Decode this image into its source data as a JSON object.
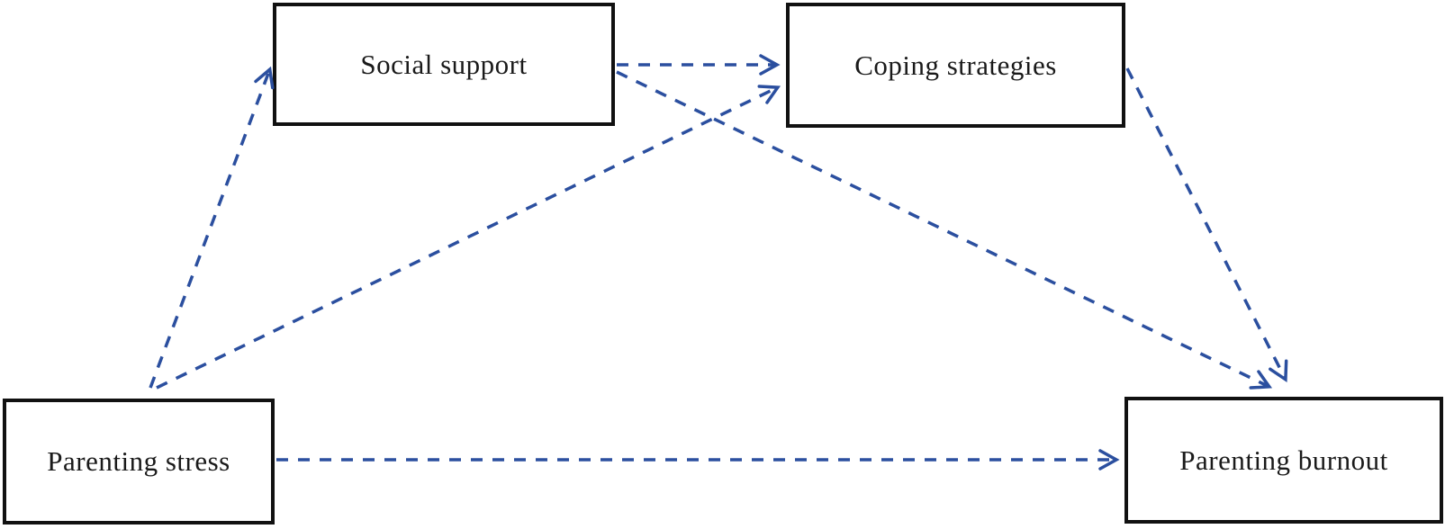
{
  "diagram": {
    "type": "path-model",
    "description": "Mediation model linking parenting stress to parenting burnout through social support and coping strategies",
    "nodes": [
      {
        "id": "social_support",
        "label": "Social support"
      },
      {
        "id": "coping_strategies",
        "label": "Coping strategies"
      },
      {
        "id": "parenting_stress",
        "label": "Parenting stress"
      },
      {
        "id": "parenting_burnout",
        "label": "Parenting burnout"
      }
    ],
    "edges": [
      {
        "from": "parenting_stress",
        "to": "social_support",
        "line": "dashed",
        "arrowhead": "open-chevron"
      },
      {
        "from": "parenting_stress",
        "to": "coping_strategies",
        "line": "dashed",
        "arrowhead": "open-chevron"
      },
      {
        "from": "social_support",
        "to": "coping_strategies",
        "line": "dashed",
        "arrowhead": "open-chevron"
      },
      {
        "from": "social_support",
        "to": "parenting_burnout",
        "line": "dashed",
        "arrowhead": "open-chevron"
      },
      {
        "from": "coping_strategies",
        "to": "parenting_burnout",
        "line": "dashed",
        "arrowhead": "open-chevron"
      },
      {
        "from": "parenting_stress",
        "to": "parenting_burnout",
        "line": "dashed",
        "arrowhead": "open-chevron"
      }
    ],
    "colors": {
      "arrow": "#2b4f9f",
      "box_border": "#111111",
      "box_fill": "#ffffff",
      "text": "#1a1a1a",
      "background": "#ffffff"
    }
  }
}
